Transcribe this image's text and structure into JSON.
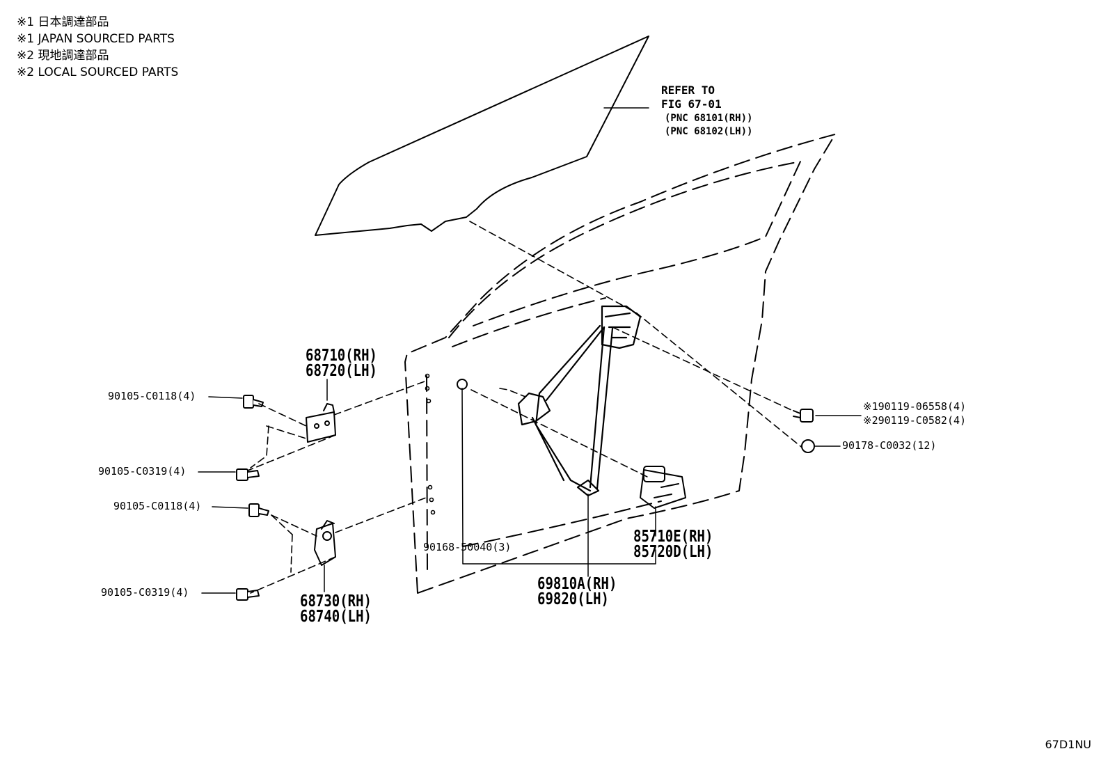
{
  "legend": [
    "※1 日本調達部品",
    "※1 JAPAN SOURCED PARTS",
    "※2 現地調達部品",
    "※2 LOCAL SOURCED PARTS"
  ],
  "refer": {
    "line1": "REFER TO",
    "line2": "FIG 67-01",
    "pnc_rh": "(PNC 68101(RH))",
    "pnc_lh": "(PNC 68102(LH))"
  },
  "parts": {
    "hinge_upper_rh": "68710(RH)",
    "hinge_upper_lh": "68720(LH)",
    "hinge_lower_rh": "68730(RH)",
    "hinge_lower_lh": "68740(LH)",
    "bolt_c0118_a": "90105-C0118(4)",
    "bolt_c0319_a": "90105-C0319(4)",
    "bolt_c0118_b": "90105-C0118(4)",
    "bolt_c0319_b": "90105-C0319(4)",
    "screw_50040": "90168-50040(3)",
    "bolt_06558": "※190119-06558(4)",
    "bolt_c0582": "※290119-C0582(4)",
    "nut_c0032": "90178-C0032(12)",
    "motor_rh": "85710E(RH)",
    "motor_lh": "85720D(LH)",
    "regulator_rh": "69810A(RH)",
    "regulator_lh": "69820(LH)"
  },
  "figure_code": "67D1NU"
}
